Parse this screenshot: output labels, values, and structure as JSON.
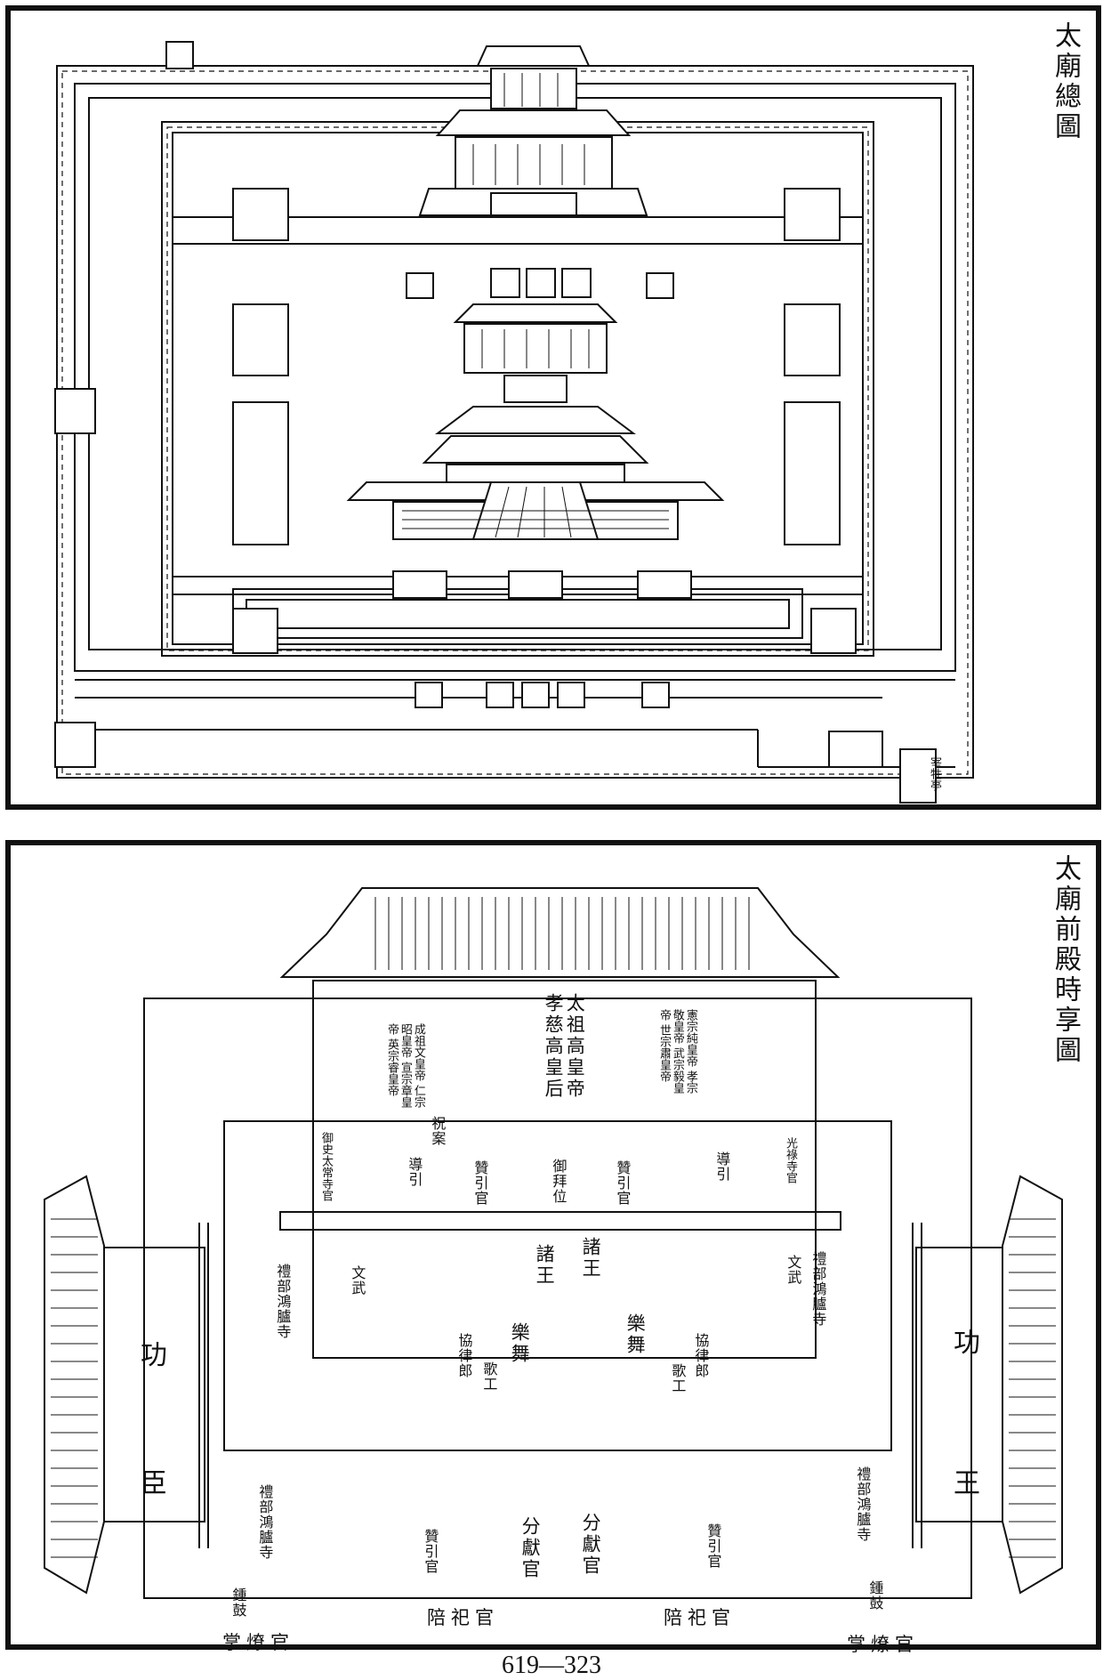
{
  "top_panel": {
    "title": "太廟總圖",
    "corner_label": "宰牲亭"
  },
  "bottom_panel": {
    "title": "太廟前殿時享圖",
    "shrine_center": "太祖高皇帝 孝慈高皇后",
    "shrine_left": "成祖文皇帝 仁宗昭皇帝 宣宗章皇帝 英宗睿皇帝",
    "shrine_right": "憲宗純皇帝 孝宗敬皇帝 武宗毅皇帝 世宗肅皇帝",
    "hall_labels": {
      "zhu": "祝案",
      "left_officials": "御史太常寺官",
      "right_officials": "光祿寺官",
      "left_zhi": "贊引官",
      "right_zhi": "贊引官",
      "yuwei": "御拜位",
      "left_bu": "導引",
      "right_bu": "導引"
    },
    "courtyard": {
      "zhuwang_left": "諸王",
      "zhuwang_right": "諸王",
      "left_yue": "樂舞",
      "right_yue": "樂舞",
      "left_xielv": "協律郎",
      "right_xielv": "協律郎",
      "left_gong": "歌工",
      "right_gong": "歌工",
      "left_libu": "禮部鴻臚寺",
      "right_libu": "禮部鴻臚寺",
      "left_wen": "文武",
      "right_wen": "文武"
    },
    "lower": {
      "left_libu": "禮部鴻臚寺",
      "right_libu": "禮部鴻臚寺",
      "left_zan": "贊引官",
      "right_zan": "贊引官",
      "fenxian_left": "分獻官",
      "fenxian_right": "分獻官",
      "left_liao": "掌燎官",
      "right_liao": "掌燎官",
      "left_liao2": "鍾鼓",
      "right_liao2": "鍾鼓",
      "peisi_left": "陪祀官",
      "peisi_right": "陪祀官"
    },
    "side_halls": {
      "left_top": "功",
      "left_bottom": "臣",
      "right_top": "功",
      "right_bottom": "王"
    }
  },
  "page_number": "619—323"
}
